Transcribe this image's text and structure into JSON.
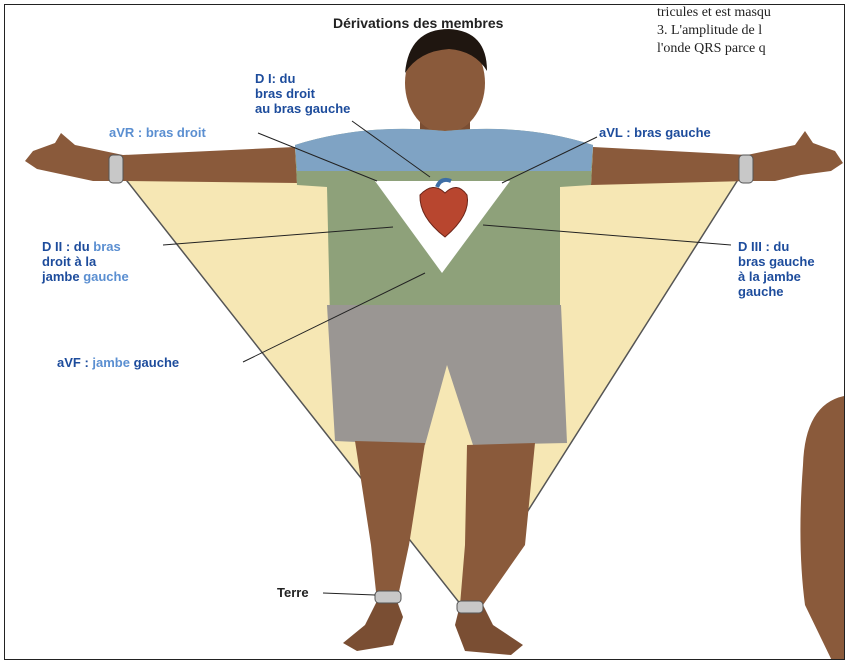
{
  "title": "Dérivations des membres",
  "book_text": {
    "line1": "tricules et est masqu",
    "line2": "3.    L'amplitude de l",
    "line3": "l'onde QRS parce q"
  },
  "labels": {
    "di": [
      "D I: du",
      "bras droit",
      "au bras gauche"
    ],
    "avr": "aVR : bras droit",
    "avl": "aVL : bras gauche",
    "dii_l1_a": "D II : du ",
    "dii_l1_b": "bras",
    "dii_l2": "droit à la",
    "dii_l3_a": "jambe ",
    "dii_l3_b": "gauche",
    "diii": [
      "D III : du",
      "bras gauche",
      "à la jambe",
      "gauche"
    ],
    "avf_a": "aVF : ",
    "avf_b": "jambe",
    "avf_c": " gauche",
    "terre": "Terre"
  },
  "colors": {
    "label_blue": "#1d4c9c",
    "label_light_blue": "#5b8fd1",
    "triangle_fill": "#f6e7b4",
    "shirt_top": "#7fa3c4",
    "shirt_bottom": "#8ea17a",
    "shorts": "#9a9693",
    "skin": "#8a5a3b"
  }
}
